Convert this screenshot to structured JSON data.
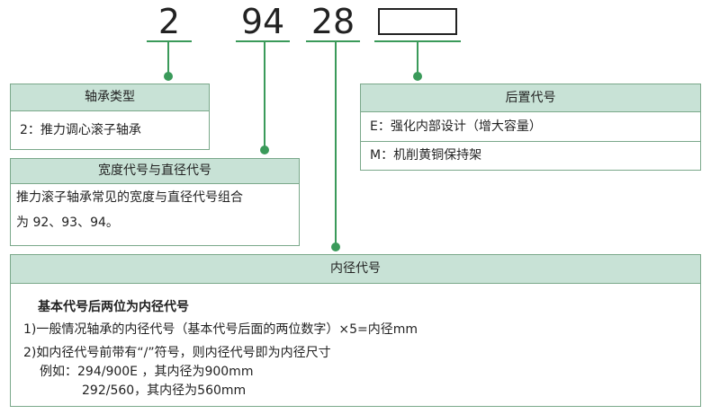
{
  "code": {
    "digit_1": "2",
    "digit_2": "94",
    "digit_3": "28"
  },
  "bearing_type": {
    "title": "轴承类型",
    "row": "2：推力调心滚子轴承"
  },
  "width_diameter": {
    "title": "宽度代号与直径代号",
    "line1": "推力滚子轴承常见的宽度与直径代号组合",
    "line2": "为 92、93、94。"
  },
  "suffix": {
    "title": "后置代号",
    "row1": "E：强化内部设计（增大容量）",
    "row2": "M：机削黄铜保持架"
  },
  "bore": {
    "title": "内径代号",
    "heading": "基本代号后两位为内径代号",
    "line1": "1)一般情况轴承的内径代号（基本代号后面的两位数字）×5=内径mm",
    "line2": "2)如内径代号前带有“/”符号，则内径代号即为内径尺寸",
    "line3": "例如：294/900E  ，其内径为900mm",
    "line4": "292/560，其内径为560mm"
  },
  "colors": {
    "accent": "#3a9a5a",
    "header_bg": "#c8e2d6",
    "border": "#7aa88a"
  }
}
